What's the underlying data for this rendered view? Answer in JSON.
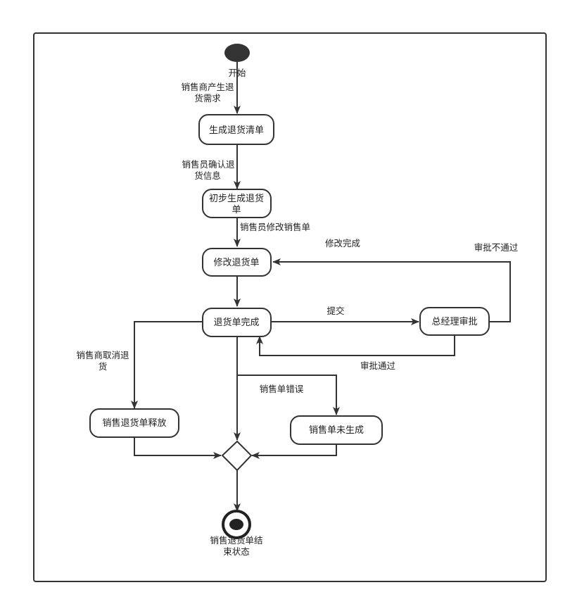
{
  "start": {
    "label": "开始"
  },
  "end": {
    "label_line1": "销售退货单结",
    "label_line2": "束状态"
  },
  "nodes": {
    "generate_list": "生成退货清单",
    "initial_gen_line1": "初步生成退货",
    "initial_gen_line2": "单",
    "modify": "修改退货单",
    "complete": "退货单完成",
    "gm_approve": "总经理审批",
    "release": "销售退货单释放",
    "not_generated": "销售单未生成"
  },
  "edges": {
    "need_line1": "销售商产生退",
    "need_line2": "货需求",
    "confirm_line1": "销售员确认退",
    "confirm_line2": "货信息",
    "modify_order": "销售员修改销售单",
    "modify_done": "修改完成",
    "reject": "审批不通过",
    "submit": "提交",
    "approved": "审批通过",
    "cancel_line1": "销售商取消退",
    "cancel_line2": "货",
    "order_error": "销售单错误"
  },
  "colors": {
    "stroke": "#333333",
    "fill": "#ffffff",
    "text": "#222222"
  }
}
